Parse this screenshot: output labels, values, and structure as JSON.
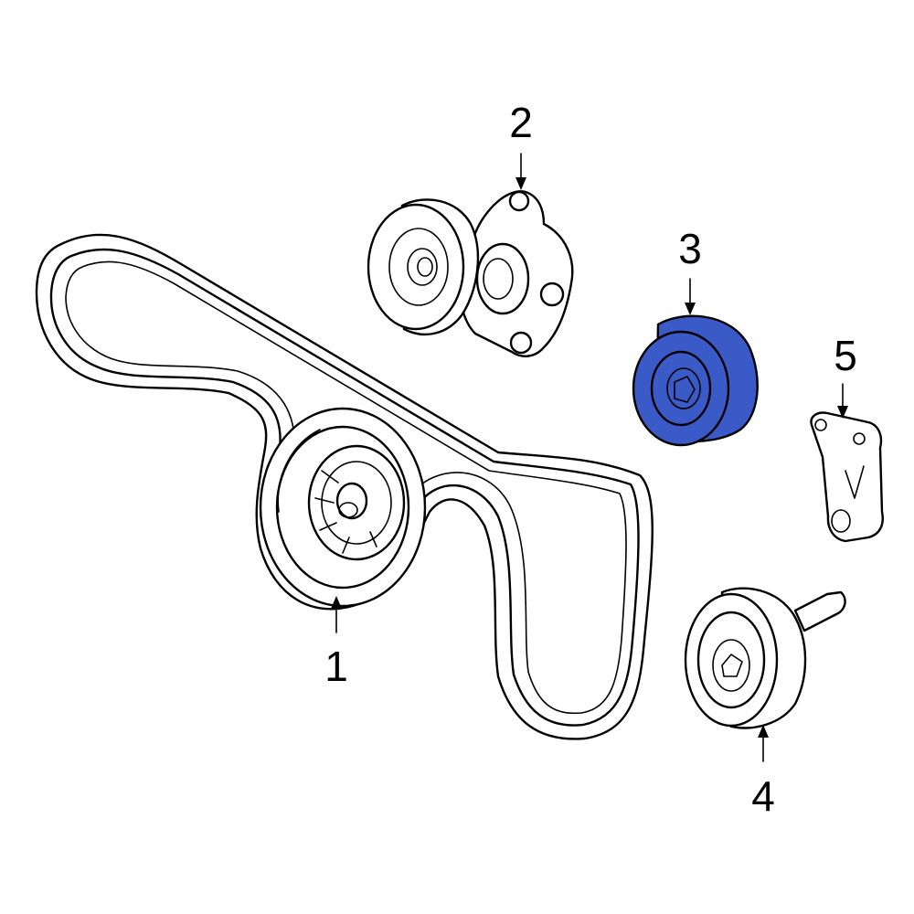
{
  "diagram": {
    "highlight_color": "#3a5bc7",
    "callouts": [
      {
        "id": "1",
        "label": "1"
      },
      {
        "id": "2",
        "label": "2"
      },
      {
        "id": "3",
        "label": "3"
      },
      {
        "id": "4",
        "label": "4"
      },
      {
        "id": "5",
        "label": "5"
      }
    ]
  }
}
